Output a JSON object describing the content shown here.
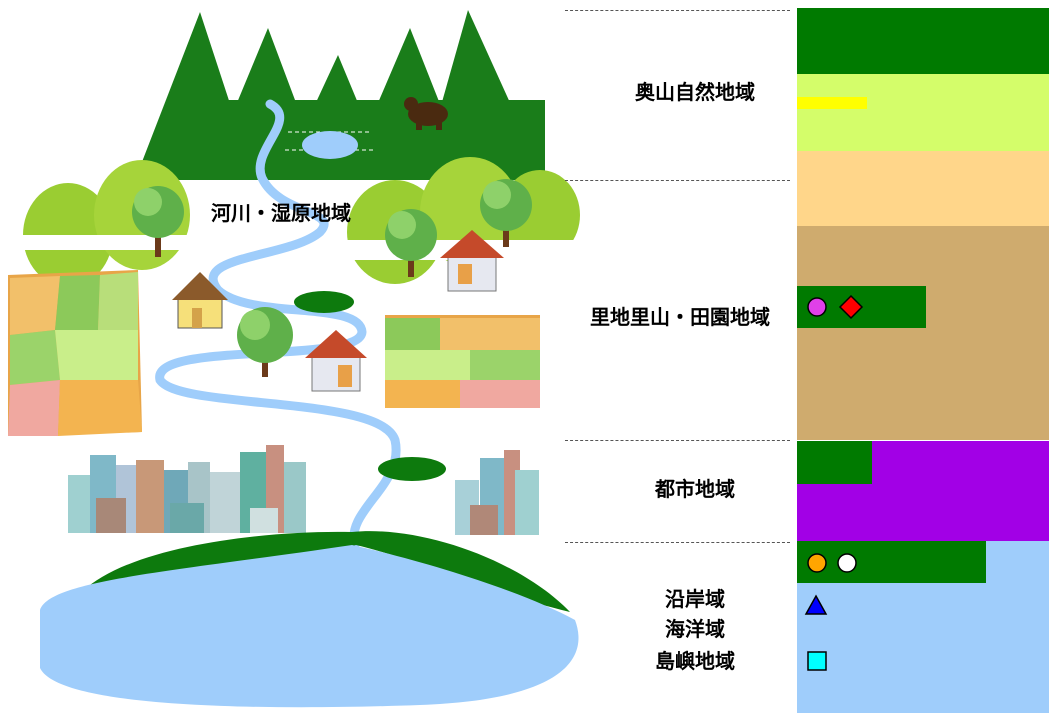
{
  "zones": {
    "okuyama": "奥山自然地域",
    "river": "河川・湿原地域",
    "satoyama": "里地里山・田園地域",
    "urban": "都市地域",
    "coastal_line1": "沿岸域",
    "coastal_line2": "海洋域",
    "coastal_line3": "島嶼地域"
  },
  "colors": {
    "forest_green": "#007a00",
    "light_green": "#d4fd6a",
    "pale_orange": "#ffd68a",
    "tan": "#cfab6e",
    "purple": "#a200e6",
    "sea_blue": "#9fcdfb",
    "yellow": "#ffff00"
  },
  "markers": [
    {
      "shape": "circle",
      "color": "#e040e8",
      "zone": "satoyama"
    },
    {
      "shape": "diamond",
      "color": "#ff0000",
      "zone": "satoyama"
    },
    {
      "shape": "circle",
      "color": "#ffa500",
      "zone": "coastal"
    },
    {
      "shape": "circle",
      "color": "#ffffff",
      "zone": "coastal"
    },
    {
      "shape": "triangle",
      "color": "#0000ff",
      "zone": "coastal"
    },
    {
      "shape": "square",
      "color": "#00ffff",
      "zone": "coastal"
    }
  ]
}
